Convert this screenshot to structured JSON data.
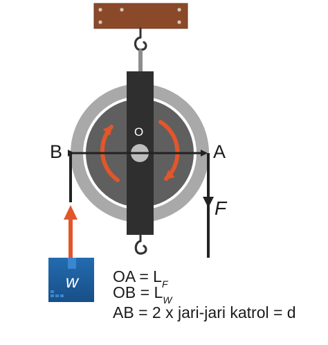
{
  "points": {
    "O": "O",
    "A": "A",
    "B": "B"
  },
  "force_label": "F",
  "weight_label": "w",
  "equations": [
    {
      "lhs": "OA = L",
      "sub": "F",
      "rest": ""
    },
    {
      "lhs": "OB = L",
      "sub": "W",
      "rest": ""
    },
    {
      "lhs": "AB = 2 x jari-jari katrol = d",
      "sub": "",
      "rest": ""
    }
  ],
  "colors": {
    "wood": "#8a4a2a",
    "pulley_outer": "#a9a9a9",
    "pulley_inner": "#5f5f5f",
    "strap": "#2f2f2f",
    "rope": "#222222",
    "rotation_arrow": "#e2562a",
    "weight_block": "#1b5fa0"
  }
}
